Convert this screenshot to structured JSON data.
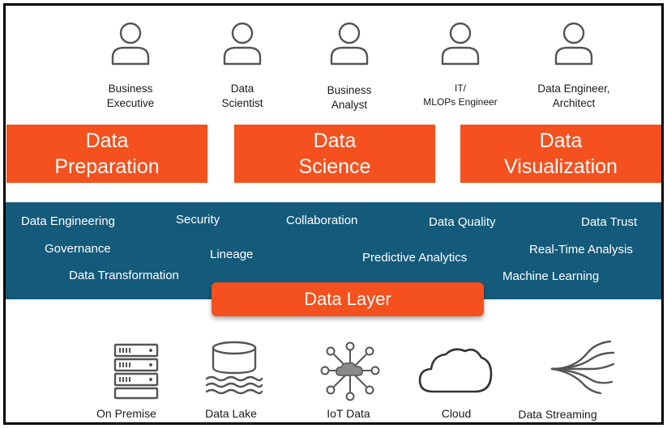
{
  "personas": [
    {
      "label": "Business\nExecutive",
      "icon": "user-icon"
    },
    {
      "label": "Data\nScientist",
      "icon": "user-icon"
    },
    {
      "label": "Business\nAnalyst",
      "icon": "user-icon"
    },
    {
      "label": "IT/\nMLOPs Engineer",
      "icon": "user-icon"
    },
    {
      "label": "Data Engineer,\nArchitect",
      "icon": "user-icon"
    }
  ],
  "capabilities": [
    {
      "label": "Data\nPreparation"
    },
    {
      "label": "Data\nScience"
    },
    {
      "label": "Data\nVisualization"
    }
  ],
  "features": [
    "Data Engineering",
    "Security",
    "Collaboration",
    "Data Quality",
    "Data Trust",
    "Governance",
    "Lineage",
    "Predictive Analytics",
    "Real-Time Analysis",
    "Data Transformation",
    "Machine Learning"
  ],
  "data_layer": "Data Layer",
  "sources": [
    {
      "label": "On Premise",
      "icon": "server-rack-icon"
    },
    {
      "label": "Data Lake",
      "icon": "data-lake-icon"
    },
    {
      "label": "IoT Data",
      "icon": "iot-network-icon"
    },
    {
      "label": "Cloud",
      "icon": "cloud-icon"
    },
    {
      "label": "Data Streaming",
      "icon": "data-streaming-icon"
    }
  ],
  "colors": {
    "accent": "#f4511e",
    "band": "#145a7a",
    "icon_stroke": "#555555"
  }
}
